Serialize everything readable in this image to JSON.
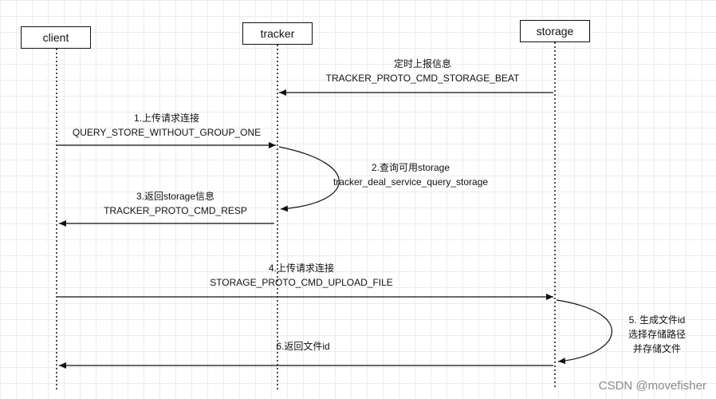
{
  "participants": {
    "client": "client",
    "tracker": "tracker",
    "storage": "storage"
  },
  "messages": {
    "beat": {
      "line1": "定时上报信息",
      "line2": "TRACKER_PROTO_CMD_STORAGE_BEAT"
    },
    "step1": {
      "line1": "1.上传请求连接",
      "line2": "QUERY_STORE_WITHOUT_GROUP_ONE"
    },
    "step2": {
      "line1": "2.查询可用storage",
      "line2": "tracker_deal_service_query_storage"
    },
    "step3": {
      "line1": "3.返回storage信息",
      "line2": "TRACKER_PROTO_CMD_RESP"
    },
    "step4": {
      "line1": "4.上传请求连接",
      "line2": "STORAGE_PROTO_CMD_UPLOAD_FILE"
    },
    "step5": {
      "line1": "5. 生成文件id",
      "line2": "选择存储路径",
      "line3": "并存储文件"
    },
    "step6": {
      "line1": "6.返回文件id"
    }
  },
  "watermark": "CSDN @movefisher"
}
